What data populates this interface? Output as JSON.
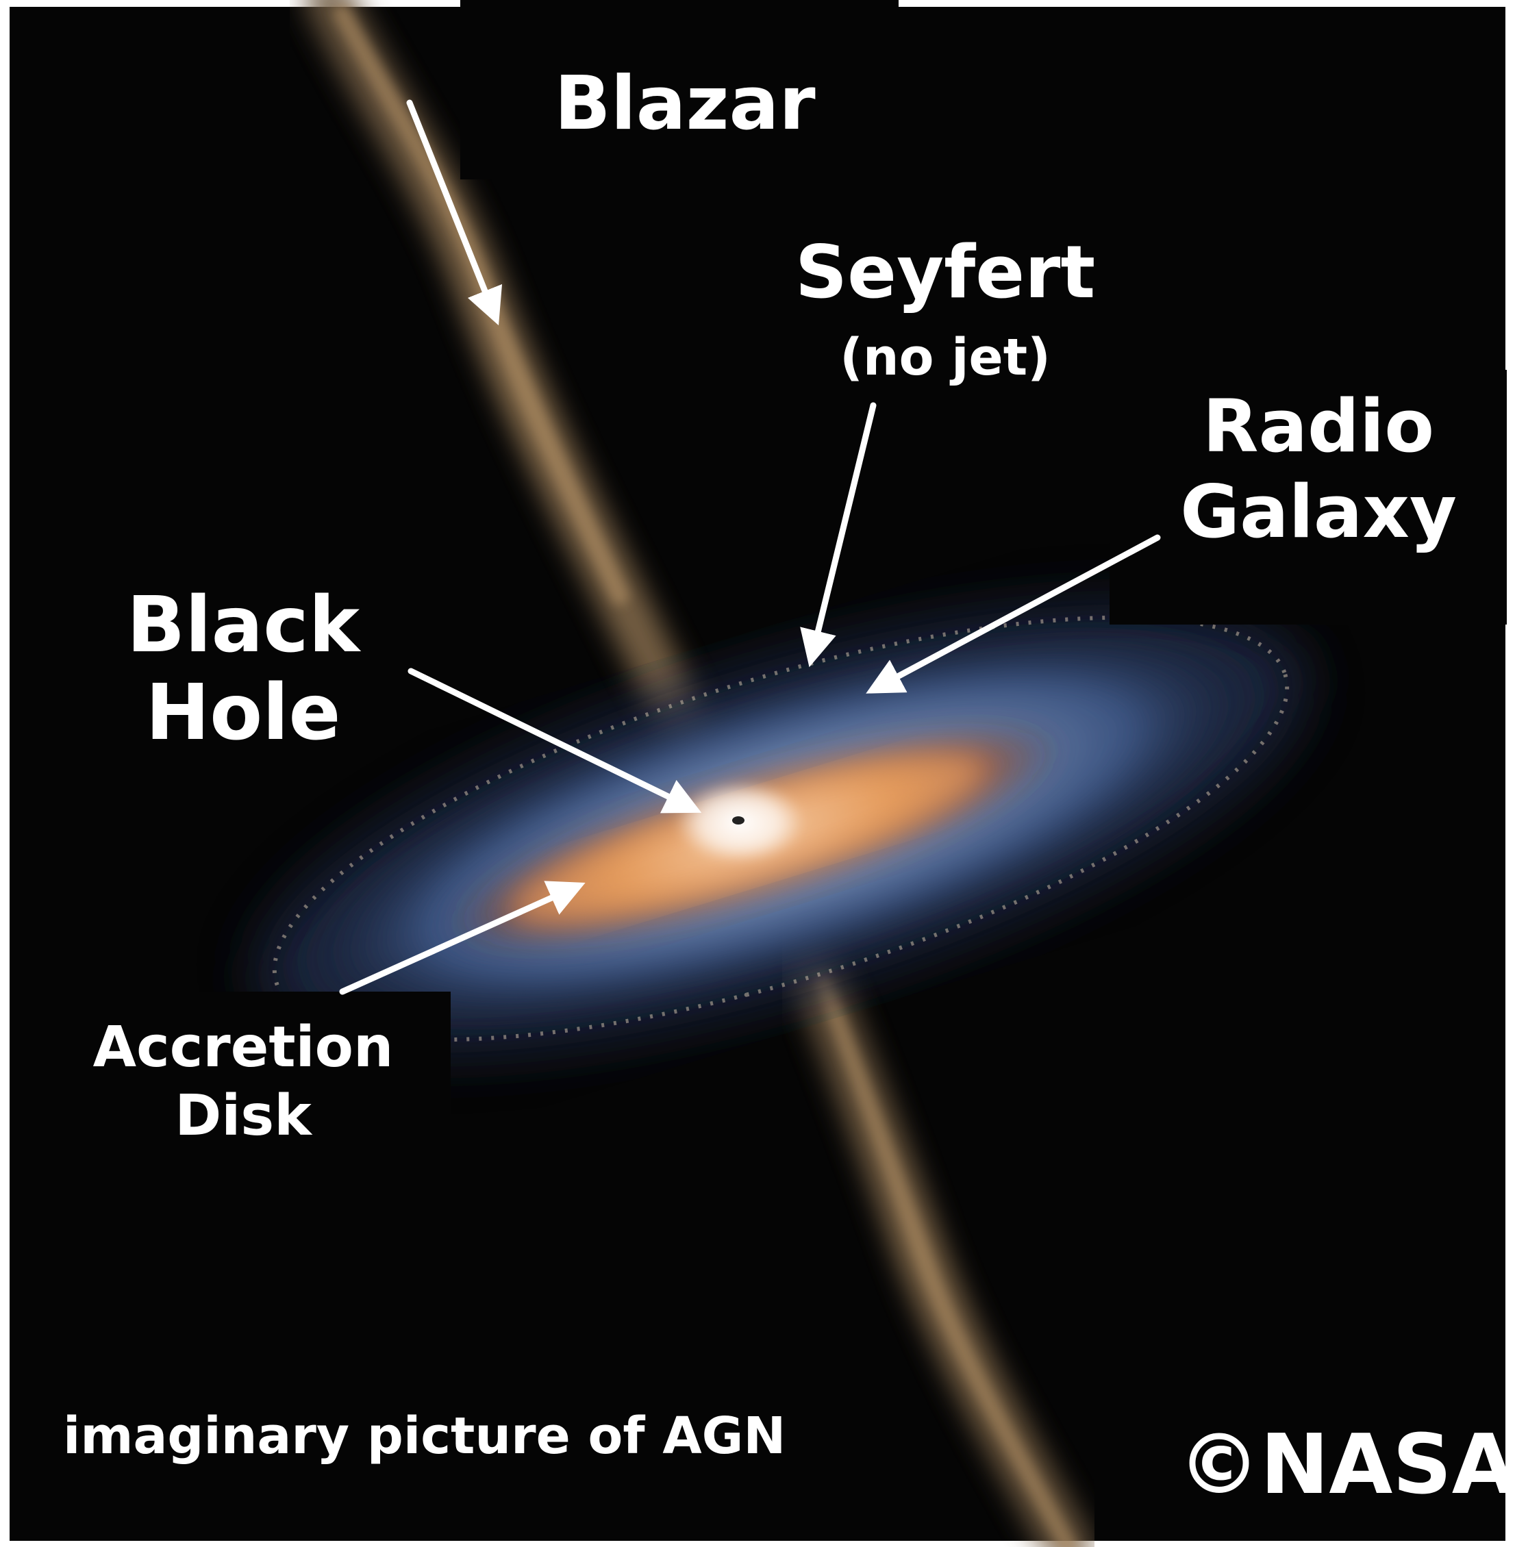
{
  "labels": {
    "blazar": "Blazar",
    "seyfert": "Seyfert",
    "seyfert_note": "(no jet)",
    "radio_galaxy_line1": "Radio",
    "radio_galaxy_line2": "Galaxy",
    "black_hole_line1": "Black",
    "black_hole_line2": "Hole",
    "accretion_disk_line1": "Accretion",
    "accretion_disk_line2": "Disk"
  },
  "caption": "imaginary picture of AGN",
  "credit": "©NASA",
  "colors": {
    "background": "#050505",
    "label_text": "#ffffff",
    "jet": "#8a6e4d",
    "disk_blue": "#4b6a9c",
    "disk_core_orange": "#d9833f",
    "core_white": "#ffffff"
  }
}
